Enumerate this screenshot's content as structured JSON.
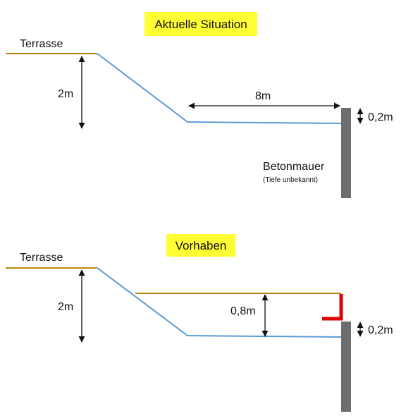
{
  "top": {
    "title": "Aktuelle Situation",
    "terrace_label": "Terrasse",
    "height_label": "2m",
    "width_label": "8m",
    "wall_gap_label": "0,2m",
    "wall_label": "Betonmauer",
    "wall_sublabel": "(Tiefe unbekannt)"
  },
  "bottom": {
    "title": "Vorhaben",
    "terrace_label": "Terrasse",
    "height_label": "2m",
    "fill_label": "0,8m",
    "wall_gap_label": "0,2m"
  },
  "colors": {
    "title_bg": "#ffff33",
    "terrace_line": "#b8860b",
    "slope_line": "#5b9bd5",
    "wall": "#6d6d6d",
    "bracket": "#e00000"
  }
}
